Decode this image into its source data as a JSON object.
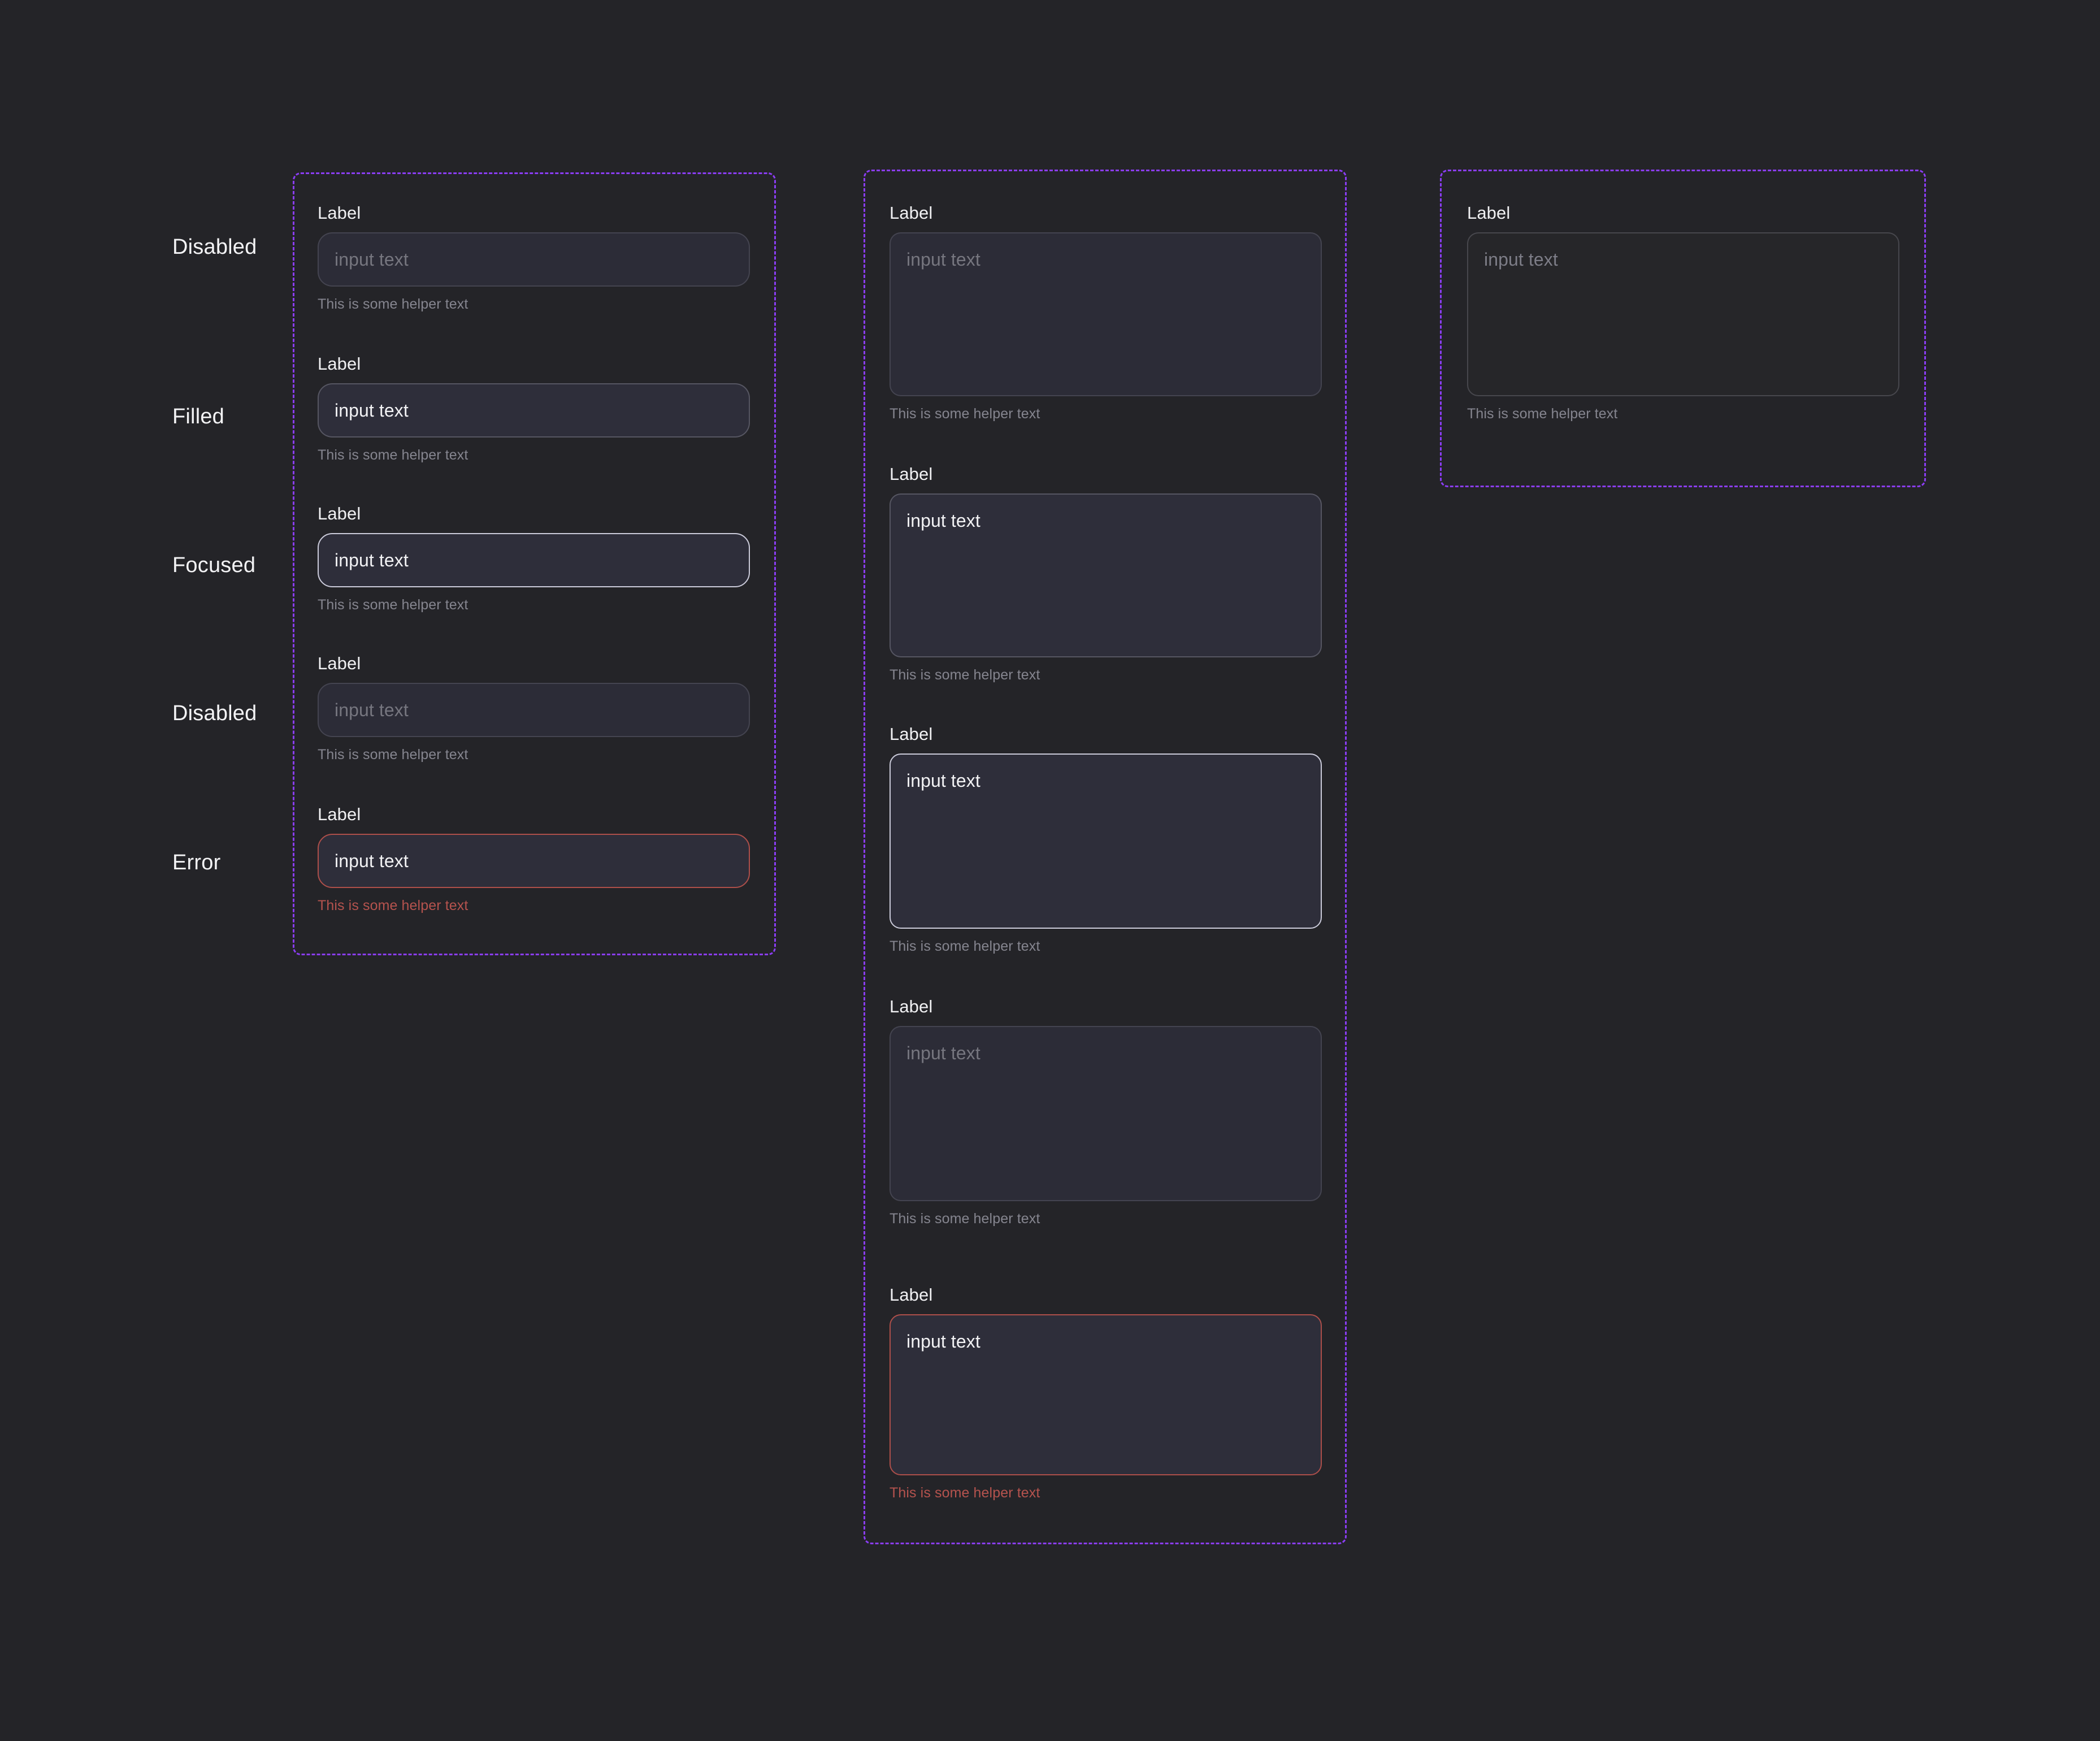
{
  "theme": {
    "page_background": "#242428",
    "spec_outline": "#8b3df5",
    "control_background": "#2e2e3a",
    "control_border": "#bebecd",
    "focus_border": "#cbcbda",
    "error_border": "#ad4f4a",
    "error_text": "#b5534e",
    "label_text": "#f1f1f3",
    "helper_text": "#85858f",
    "placeholder_text": "#83838e",
    "value_text": "#f2f2f4",
    "ghost_background": "#262629"
  },
  "strings": {
    "label": "Label",
    "placeholder": "input text",
    "value": "input text",
    "helper": "This is some helper text"
  },
  "row_labels": [
    {
      "text": "Disabled"
    },
    {
      "text": "Filled"
    },
    {
      "text": "Focused"
    },
    {
      "text": "Disabled"
    },
    {
      "text": "Error"
    }
  ],
  "columns": [
    {
      "name": "single-line-input",
      "control_type": "input",
      "fields": [
        {
          "state": "disabled",
          "label": "Label",
          "placeholder": "input text",
          "value": "",
          "helper": "This is some helper text",
          "helper_state": "normal"
        },
        {
          "state": "filled",
          "label": "Label",
          "placeholder": "input text",
          "value": "input text",
          "helper": "This is some helper text",
          "helper_state": "normal"
        },
        {
          "state": "focused",
          "label": "Label",
          "placeholder": "input text",
          "value": "input text",
          "helper": "This is some helper text",
          "helper_state": "normal"
        },
        {
          "state": "disabled",
          "label": "Label",
          "placeholder": "input text",
          "value": "",
          "helper": "This is some helper text",
          "helper_state": "normal"
        },
        {
          "state": "error",
          "label": "Label",
          "placeholder": "input text",
          "value": "input text",
          "helper": "This is some helper text",
          "helper_state": "error"
        }
      ]
    },
    {
      "name": "multi-line-textarea",
      "control_type": "textarea",
      "fields": [
        {
          "state": "disabled",
          "label": "Label",
          "placeholder": "input text",
          "value": "",
          "helper": "This is some helper text",
          "helper_state": "normal"
        },
        {
          "state": "filled",
          "label": "Label",
          "placeholder": "input text",
          "value": "input text",
          "helper": "This is some helper text",
          "helper_state": "normal"
        },
        {
          "state": "focused",
          "label": "Label",
          "placeholder": "input text",
          "value": "input text",
          "helper": "This is some helper text",
          "helper_state": "normal"
        },
        {
          "state": "disabled",
          "label": "Label",
          "placeholder": "input text",
          "value": "",
          "helper": "This is some helper text",
          "helper_state": "normal"
        },
        {
          "state": "error",
          "label": "Label",
          "placeholder": "input text",
          "value": "input text",
          "helper": "This is some helper text",
          "helper_state": "error"
        }
      ]
    },
    {
      "name": "ghost-textarea",
      "control_type": "textarea",
      "fields": [
        {
          "state": "disabled",
          "label": "Label",
          "placeholder": "input text",
          "value": "",
          "helper": "This is some helper text",
          "helper_state": "normal"
        }
      ]
    }
  ]
}
